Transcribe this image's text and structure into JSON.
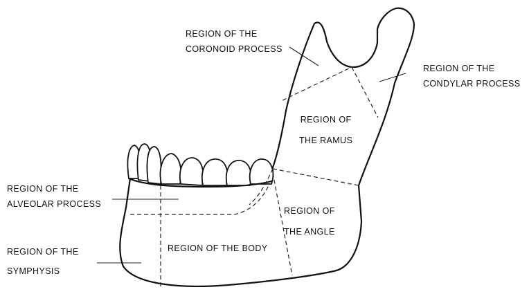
{
  "labels": {
    "coronoid": [
      "REGION OF THE",
      "CORONOID PROCESS"
    ],
    "condylar": [
      "REGION OF THE",
      "CONDYLAR PROCESS"
    ],
    "ramus": [
      "REGION OF",
      "THE RAMUS"
    ],
    "alveolar": [
      "REGION OF THE",
      "ALVEOLAR PROCESS"
    ],
    "angle": [
      "REGION OF",
      "THE ANGLE"
    ],
    "symphysis": [
      "REGION OF THE",
      "SYMPHYSIS"
    ],
    "body": [
      "REGION OF THE BODY"
    ]
  }
}
